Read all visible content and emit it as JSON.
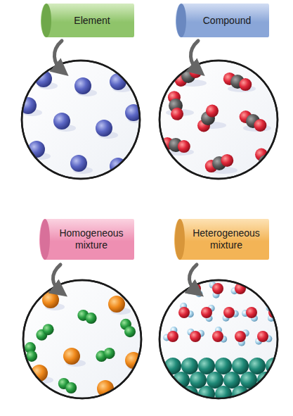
{
  "diagram": {
    "nodes": [
      {
        "text": [
          "Element"
        ]
      },
      {
        "text": [
          "Compound"
        ]
      },
      {
        "text": [
          "Homogeneous mixture"
        ]
      },
      {
        "text": [
          "Heterogeneous mixture"
        ]
      }
    ]
  }
}
